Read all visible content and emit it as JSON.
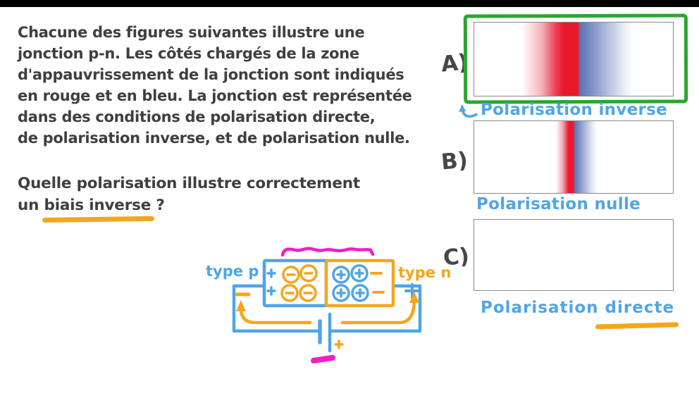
{
  "page": {
    "top_bar_color": "#000000",
    "background": "#FFFFFF"
  },
  "colors": {
    "ink": "#3F3F3F",
    "handwriting_blue": "#4FA5E8",
    "handwriting_orange": "#F5A51D",
    "highlight_green": "#2BA62F",
    "magenta": "#EF1FC5",
    "depletion_red": "#E8192D",
    "depletion_blue": "#5C70B5",
    "figure_border_gray": "#8A8A8A"
  },
  "question": {
    "paragraph_lines": [
      "Chacune des figures suivantes illustre une",
      "jonction p-n. Les côtés chargés de la zone",
      "d'appauvrissement de la jonction sont indiqués",
      "en rouge et en bleu. La jonction est représentée",
      "dans des conditions de polarisation directe,",
      "de polarisation inverse, et de polarisation nulle."
    ],
    "prompt_line1": "Quelle polarisation illustre correctement",
    "prompt_line2_prefix": "un ",
    "prompt_underlined": "biais inverse",
    "prompt_question_mark": " ?"
  },
  "options": [
    {
      "label": "A)",
      "caption": "Polarisation inverse",
      "highlighted": true,
      "depletion_zone": "wide red-blue gradient"
    },
    {
      "label": "B)",
      "caption": "Polarisation nulle",
      "highlighted": false,
      "depletion_zone": "narrow red-blue gradient"
    },
    {
      "label": "C)",
      "caption": "Polarisation directe",
      "highlighted": false,
      "depletion_zone": "none (empty box)"
    }
  ],
  "circuit": {
    "type_p_label": "type p",
    "type_n_label": "type n",
    "plus_symbol": "+",
    "minus_symbol": "−"
  },
  "icons": {
    "curved_arrow_icon": "↰",
    "battery_icon": "⊣⊢",
    "hole_ion_icon": "⊖",
    "electron_ion_icon": "⊕"
  }
}
